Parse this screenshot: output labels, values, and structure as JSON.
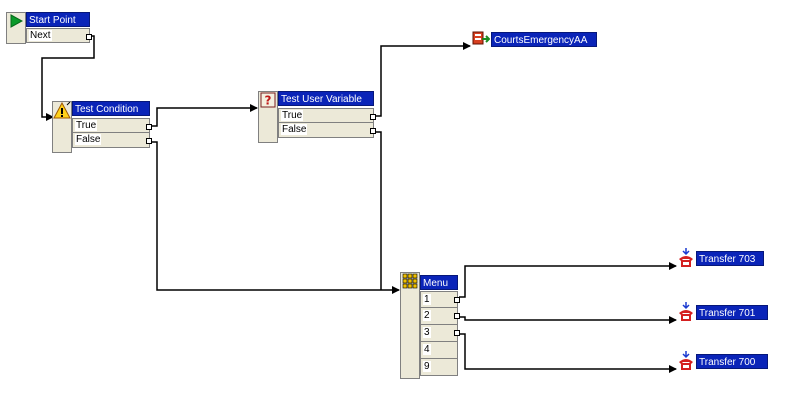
{
  "nodes": {
    "start": {
      "title": "Start Point",
      "ports": [
        "Next"
      ]
    },
    "test_condition": {
      "title": "Test Condition",
      "ports": [
        "True",
        "False"
      ]
    },
    "test_user_variable": {
      "title": "Test User Variable",
      "ports": [
        "True",
        "False"
      ]
    },
    "courts_aa": {
      "title": "CourtsEmergencyAA"
    },
    "menu": {
      "title": "Menu",
      "ports": [
        "1",
        "2",
        "3",
        "4",
        "9"
      ]
    },
    "transfer_703": {
      "title": "Transfer 703"
    },
    "transfer_701": {
      "title": "Transfer 701"
    },
    "transfer_700": {
      "title": "Transfer 700"
    }
  },
  "icons": {
    "start": "play-arrow-icon",
    "test_condition": "warning-icon",
    "test_user_variable": "question-icon",
    "courts_aa": "auto-attendant-icon",
    "menu": "keypad-icon",
    "transfer": "phone-transfer-icon"
  },
  "colors": {
    "title_bg": "#0a24b8",
    "title_text": "#ffffff",
    "node_body": "#ece9d8",
    "wire": "#000000"
  },
  "connections": [
    {
      "from": "start.Next",
      "to": "test_condition"
    },
    {
      "from": "test_condition.True",
      "to": "test_user_variable"
    },
    {
      "from": "test_condition.False",
      "to": "menu"
    },
    {
      "from": "test_user_variable.True",
      "to": "courts_aa"
    },
    {
      "from": "menu.1",
      "to": "transfer_703"
    },
    {
      "from": "menu.2",
      "to": "transfer_701"
    },
    {
      "from": "menu.3",
      "to": "transfer_700"
    }
  ]
}
